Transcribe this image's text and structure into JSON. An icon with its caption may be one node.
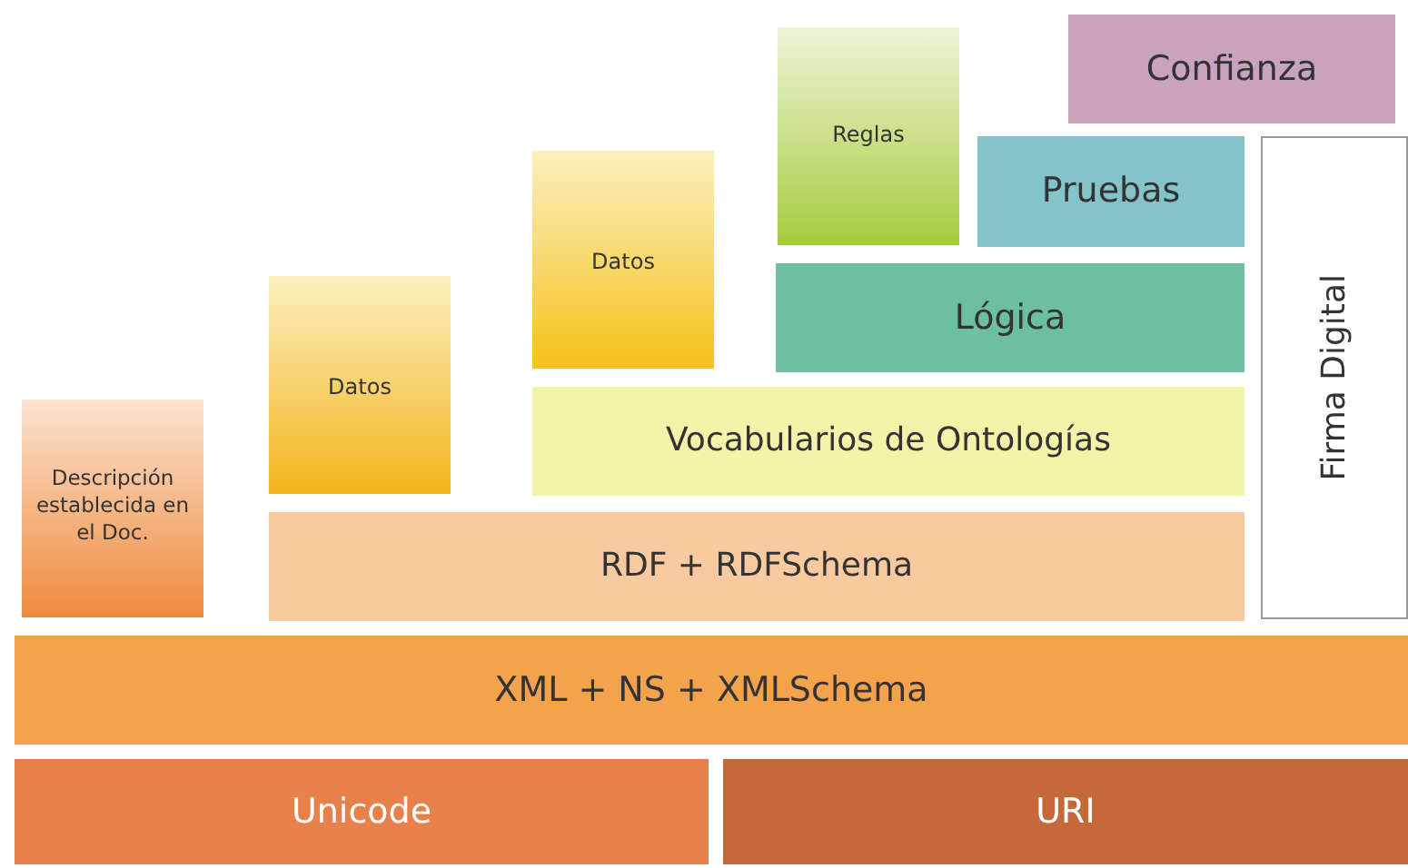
{
  "diagram": {
    "nodes": [
      {
        "text": [
          "Confianza"
        ]
      },
      {
        "text": [
          "Reglas"
        ]
      },
      {
        "text": [
          "Pruebas"
        ]
      },
      {
        "text": [
          "Datos"
        ]
      },
      {
        "text": [
          "Firma Digital"
        ]
      },
      {
        "text": [
          "Lógica"
        ]
      },
      {
        "text": [
          "Datos"
        ]
      },
      {
        "text": [
          "Vocabularios de Ontologías"
        ]
      },
      {
        "text": [
          "Descripción establecida en el Doc."
        ]
      },
      {
        "text": [
          "RDF + RDFSchema"
        ]
      },
      {
        "text": [
          "XML + NS + XMLSchema"
        ]
      },
      {
        "text": [
          "Unicode"
        ]
      },
      {
        "text": [
          "URI"
        ]
      }
    ],
    "edges": []
  }
}
